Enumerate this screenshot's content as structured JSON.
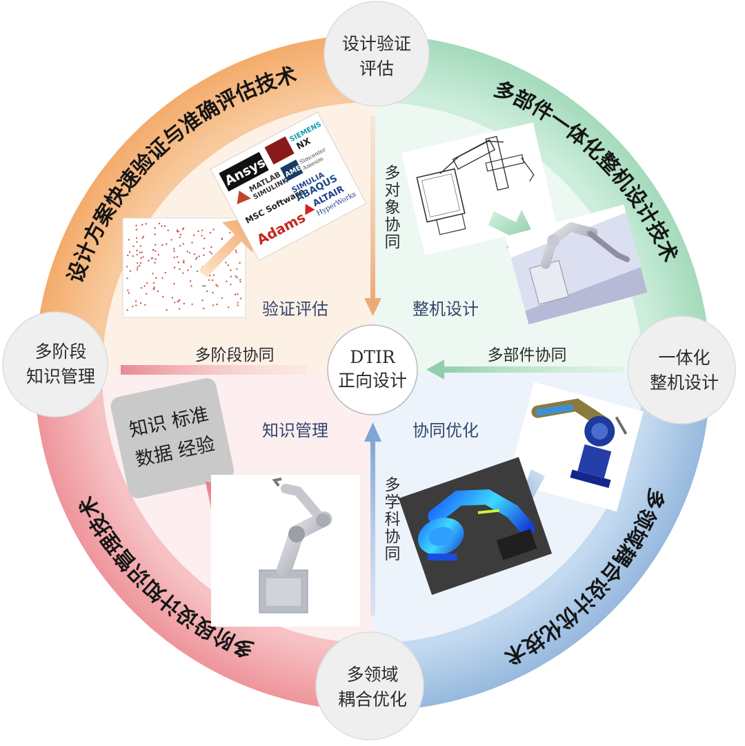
{
  "ring_labels": {
    "top_left": "设计方案快速验证与准确评估技术",
    "top_right": "多部件一体化整机设计技术",
    "bottom_right": "多领域耦合设计优化技术",
    "bottom_left": "多阶段设计知识管理技术"
  },
  "nodes": {
    "top": [
      "设计验证",
      "评估"
    ],
    "right": [
      "一体化",
      "整机设计"
    ],
    "bottom": [
      "多领域",
      "耦合优化"
    ],
    "left": [
      "多阶段",
      "知识管理"
    ]
  },
  "center": {
    "line1": "DTIR",
    "line2": "正向设计"
  },
  "quadrant_labels": {
    "top_left": "验证评估",
    "top_right": "整机设计",
    "bottom_left": "知识管理",
    "bottom_right": "协同优化"
  },
  "sync_labels": {
    "top": "多对象协同",
    "right": "多部件协同",
    "bottom": "多学科协同",
    "left": "多阶段协同"
  },
  "knowledge_box": {
    "row1": "知识  标准",
    "row2": "数据  经验"
  },
  "software_logos": {
    "ansys": "Ansys",
    "siemens_1": "SIEMENS",
    "siemens_2": "NX",
    "matlab_1": "MATLAB",
    "matlab_2": "SIMULINK",
    "ame_1": "AME",
    "ame_2": "Simcenter",
    "ame_3": "Amesim",
    "msc": "MSC Software",
    "simulia_1": "SIMULIA",
    "simulia_2": "ABAQUS",
    "altair_1": "ALTAIR",
    "altair_2": "HyperWorks",
    "adams": "Adams"
  },
  "colors": {
    "orange": "#f4b27a",
    "green": "#a9dcc1",
    "blue": "#9fc0e2",
    "red": "#ef9ba1",
    "label_blue": "#32466e"
  }
}
